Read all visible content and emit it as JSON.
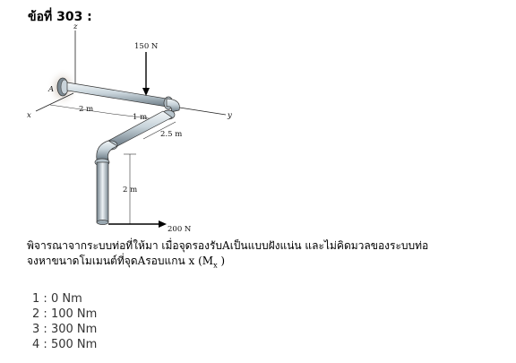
{
  "question_number": "ข้อที่ 303 :",
  "figure": {
    "force_top": "150 N",
    "force_bottom": "200 N",
    "dim_2m_x": "2 m",
    "dim_1m": "1 m",
    "dim_2_5m": "2.5 m",
    "dim_2m_z": "2 m",
    "axis_z": "z",
    "axis_x": "x",
    "axis_y": "y",
    "point_a": "A"
  },
  "question": {
    "line1": "พิจารณาจากระบบท่อที่ให้มา เมื่อจุดรองรับAเป็นแบบฝังแน่น และไม่คิดมวลของระบบท่อ",
    "line2_prefix": "จงหาขนาดโมเมนต์ที่จุดAรอบแกน x (M",
    "line2_sub": "x",
    "line2_suffix": " )"
  },
  "options": [
    {
      "num": "1",
      "text": "0 Nm"
    },
    {
      "num": "2",
      "text": "100 Nm"
    },
    {
      "num": "3",
      "text": "300 Nm"
    },
    {
      "num": "4",
      "text": "500 Nm"
    }
  ]
}
